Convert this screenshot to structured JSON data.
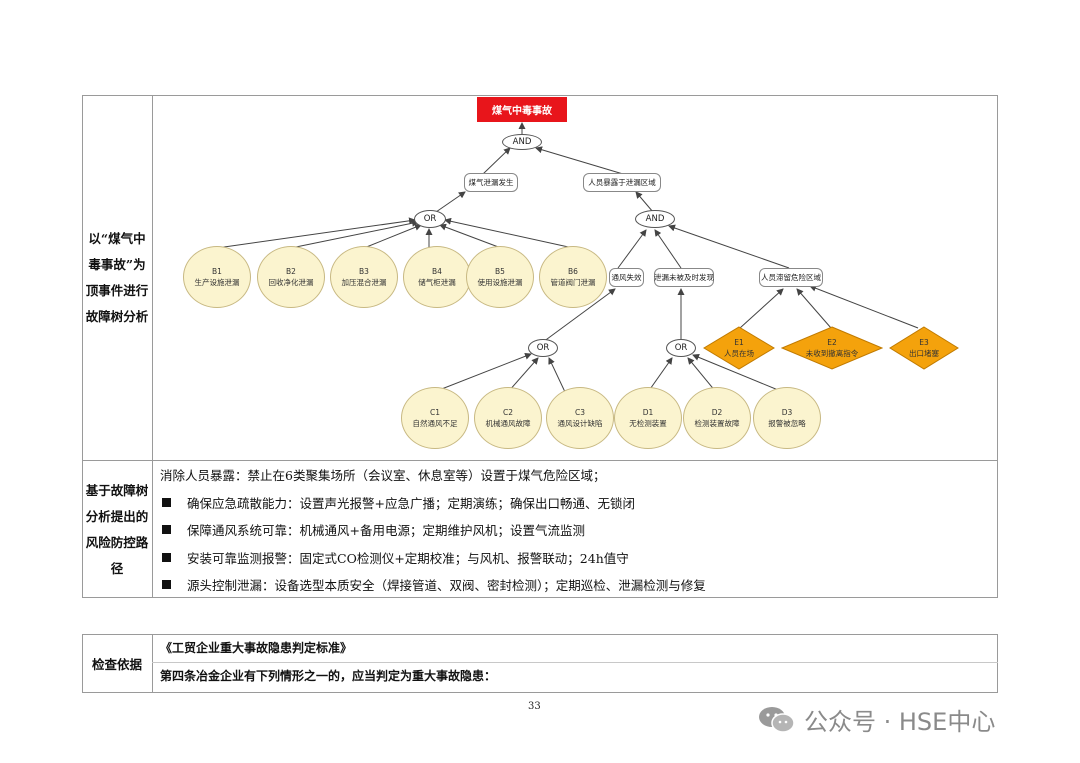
{
  "fault_tree": {
    "section_label": "以“煤气中毒事故”为顶事件进行故障树分析",
    "top_event": "煤气中毒事故",
    "gate_and_top": "AND",
    "node_gas_leak": "煤气泄漏发生",
    "node_people_in_area": "人员暴露于泄漏区域",
    "gate_or_leak": "OR",
    "gate_and_people": "AND",
    "b_events": [
      {
        "code": "B1",
        "label": "生产设施泄漏"
      },
      {
        "code": "B2",
        "label": "回收净化泄漏"
      },
      {
        "code": "B3",
        "label": "加压混合泄漏"
      },
      {
        "code": "B4",
        "label": "储气柜泄漏"
      },
      {
        "code": "B5",
        "label": "使用设施泄漏"
      },
      {
        "code": "B6",
        "label": "管道阀门泄漏"
      }
    ],
    "node_vent_fail": "通风失效",
    "node_not_detected": "泄漏未被及时发现",
    "node_people_stay": "人员滞留危险区域",
    "gate_or_c": "OR",
    "gate_or_d": "OR",
    "c_events": [
      {
        "code": "C1",
        "label": "自然通风不足"
      },
      {
        "code": "C2",
        "label": "机械通风故障"
      },
      {
        "code": "C3",
        "label": "通风设计缺陷"
      }
    ],
    "d_events": [
      {
        "code": "D1",
        "label": "无检测装置"
      },
      {
        "code": "D2",
        "label": "检测装置故障"
      },
      {
        "code": "D3",
        "label": "报警被忽略"
      }
    ],
    "e_events": [
      {
        "code": "E1",
        "label": "人员在场"
      },
      {
        "code": "E2",
        "label": "未收到撤离指令"
      },
      {
        "code": "E3",
        "label": "出口堵塞"
      }
    ],
    "colors": {
      "top": "#e8151b",
      "basic": "#fbf4cf",
      "undeveloped": "#f4a20c"
    }
  },
  "measures": {
    "section_label": "基于故障树分析提出的风险防控路径",
    "items": [
      "消除人员暴露：禁止在6类聚集场所（会议室、休息室等）设置于煤气危险区域；",
      "确保应急疏散能力：设置声光报警+应急广播；定期演练；确保出口畅通、无锁闭",
      "保障通风系统可靠：机械通风+备用电源；定期维护风机；设置气流监测",
      "安装可靠监测报警：固定式CO检测仪+定期校准；与风机、报警联动；24h值守",
      "源头控制泄漏：设备选型本质安全（焊接管道、双阀、密封检测）；定期巡检、泄漏检测与修复"
    ]
  },
  "basis": {
    "label": "检查依据",
    "standard": "《工贸企业重大事故隐患判定标准》",
    "clause": "第四条冶金企业有下列情形之一的，应当判定为重大事故隐患："
  },
  "page_number": "33",
  "watermark": "公众号 · HSE中心"
}
